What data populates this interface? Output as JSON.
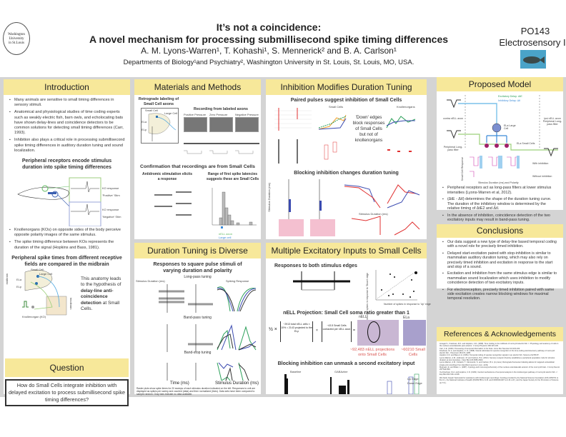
{
  "header": {
    "logo_text": "Washington University in St.Louis",
    "title_line1": "It’s not a coincidence:",
    "title_line2": "A novel mechanism for processing submillisecond spike timing differences",
    "authors": "A. M. Lyons-Warren¹, T. Kohashi¹, S. Mennerick² and B. A. Carlson¹",
    "departments": "Departments of Biology¹and Psychiatry², Washington University in St. Louis, St. Louis, MO, USA.",
    "poster_id": "PO143",
    "session": "Electrosensory I"
  },
  "intro": {
    "title": "Introduction",
    "bullets": [
      "Many animals are sensitive to small timing differences in sensory stimuli.",
      "Anatomical and physiological studies of time coding experts such as weakly electric fish, barn owls, and echolocating bats have shown delay-lines and coincidence detectors to be common solutions for detecting small timing differences (Carr, 1993).",
      "Inhibition also plays a critical role in processing submillisecond spike timing differences in auditory duration tuning and sound localization."
    ],
    "fig1_title": "Peripheral receptors encode stimulus duration into spike timing differences",
    "fig1_labels": [
      "KO response",
      "'Positive' Stim",
      "KO response",
      "'Negative' Stim"
    ],
    "bullets2": [
      "Knollenorgans (KOs) on opposite sides of the body perceive opposite polarity images of the same stimulus.",
      "The spike timing difference between KOs represents the duration of the signal (Hopkins and Bass, 1981)."
    ],
    "fig2_title": "Peripheral spike times from different receptive fields are compared in the midbrain",
    "fig2_labels": [
      "Small Cell",
      "Large Cell",
      "ELa",
      "ELp",
      "Knollenorgan (KO)",
      "midbrain",
      "hindbrain"
    ],
    "hypothesis_pre": "This anatomy leads to the hypothesis of ",
    "hypothesis_bold": "delay-line anti-coincidence detection",
    "hypothesis_post": " at Small Cells."
  },
  "question": {
    "title": "Question",
    "text": "How do Small Cells integrate inhibition with delayed excitation to process submillisecond spike timing differences?"
  },
  "methods": {
    "title": "Materials and Methods",
    "retro_title": "Retrograde labeling of Small Cell axons",
    "retro_labels": [
      "Small Cell",
      "Large Cell",
      "ELa",
      "ELp"
    ],
    "rec_title": "Recording from labeled axons",
    "rec_cols": [
      "Positive Pressure",
      "Zero Pressure",
      "Negative Pressure"
    ],
    "confirm_title": "Confirmation that recordings are from Small Cells",
    "anti_title": "Antidromic stimulation elicits a response",
    "range_title": "Range of first spike latencies suggests these are Small Cells",
    "legend": [
      "nELL axon",
      "Large cell"
    ]
  },
  "duration": {
    "title": "Duration Tuning is Diverse",
    "subtitle": "Responses to square pulse stimuli of varying duration and polarity",
    "rows": [
      "Long-pass tuning",
      "Band-pass tuning",
      "Band-stop tuning"
    ],
    "col_labels": [
      "Stimulus Duration (ms)",
      "Spiking Response"
    ],
    "xlabels": [
      "Time (ms)",
      "Stimulus Duration (ms)"
    ],
    "caption": "Raster plots show spike times for 20 sweeps of each stimulus duration indicated on the left. Responses to unit are displayed as spikes per sweep and counted (data) and then normalized (lines). Data sets have been compared to sample random. Gray bars indicate no data available."
  },
  "inhibition": {
    "title": "Inhibition Modifies Duration Tuning",
    "paired_title": "Paired pulses suggest inhibition of Small Cells",
    "small_cells": "Small Cells",
    "knollenorgans": "Knollenorgans",
    "note": "'Down' edges block responses of Small Cells but not of knollenorgans",
    "blocking_title": "Blocking inhibition changes duration tuning",
    "ylabel": "Stimulus Duration (ms)",
    "xlabel": "Stimulus Duration (ms)"
  },
  "multiple": {
    "title": "Multiple Excitatory Inputs to Small Cells",
    "edges_title": "Responses to both stimulus edges",
    "scatter_x": "Number of spikes in response to 'Up' edge",
    "scatter_y": "Number of spikes in response to 'Down' edge",
    "nell_title": "nELL Projection: Small Cell soma ratio greater than 1",
    "half": "½ ×",
    "box1": "~2913 total nELL cells × 10% ≈ 2143 projected to the ELp",
    "times": "×",
    "box2": "~43.5 Small Cells contacted per nELL axon",
    "equals": "=",
    "img_labels": [
      "nELL",
      "ELa"
    ],
    "result1": "~92,483 nELL projections onto Small Cells",
    "result2": "~60210 Small Cells",
    "unmask_title": "Blocking inhibition can unmask a second excitatory input",
    "unmask_labels": [
      "Baseline",
      "GABAzine"
    ],
    "unmask_legend": [
      "Up Edge",
      "Down Edge"
    ]
  },
  "model": {
    "title": "Proposed Model",
    "legend": [
      "Excitatory Delay: ΔtE",
      "Inhibitory Delay: ΔtI"
    ],
    "labels": [
      "contra nELL axon",
      "ELa Large Cell",
      "ipsi nELL axon Peripheral Long-pass filter",
      "Peripheral Long-pass filter",
      "ELa Small Cells",
      "With inhibition",
      "Without inhibition",
      "Stimulus Duration (ms) and Polarity",
      "Small Cell Response"
    ],
    "bullets": [
      "Peripheral receptors act as long-pass filters at lower stimulus intensities (Lyons-Warren et al, 2012).",
      "(ΔtE - ΔtI) determines the shape of the duration tuning curve. The duration of the inhibitory window is determined by the relative timing of ΔtE2 and ΔtI.",
      "In the absence of inhibition, coincidence detection of the two excitatory inputs may result in band-pass tuning."
    ]
  },
  "conclusions": {
    "title": "Conclusions",
    "bullets": [
      "Our data suggest a new type of delay-line based temporal coding with a novel role for precisely timed inhibition.",
      "Delayed start-excitation paired with stop-inhibition is similar to mammalian auditory duration tuning, which may also rely on precisely timed inhibition and excitation in response to the start and stop of a sound.",
      "Excitation and inhibition from the same stimulus edge is similar to mammalian sound localization which uses inhibition to modify coincidence detection of two excitatory inputs.",
      "For electroreception, precisely timed inhibition paired with same side excitation creates narrow blocking windows for maximal temporal resolution."
    ]
  },
  "references": {
    "title": "References & Acknowledgements",
    "items": [
      "Amagai S., Friedman, M.A. and Hopkins, C.D. (1998). Time Coding in the midbrain of mormyrid electric fish. I. Physiology and anatomy of cells in the nucleus exterolateralis pars anterior. J Comp Physiol A 182:115-130.",
      "Carr, C.E. (1993). Processing of temporal information in the brain. Annu Rev Neurosci 16:223-243.",
      "Friedman, M. A. and Hopkins, C. D. (1998). Neural substrates for species recognition in the time-coding electrosensory pathway of mormyrid electric fish. J Neurosci 18:1171-1185.",
      "Hopkins C.D. and Bass A.H. (1981). Temporal coding of species recognition signals in an electric fish. Science 212:85-87.",
      "Lyons-Warren, A.M., Hollmann, M. and Carlson, B.A. (2012). Sensory receptor diversity establishes a peripheral population code for stimulus duration at low intensities. J Exp Biol 215:2586-2600.",
      "Lyons-Warren, A.M., Kohashi, T., Mennerick, S. and Carlson, B.A. (in press). Retrograde fluorescent labeling allows for targeted extracellular single-unit recordings from identified neurons in vivo. JoVE.",
      "Mugnaini, E. and Maler, L. (1987). Cytology and immunocytochemistry of the nucleus exterolateralis anterior of the mormyrid brain. J Comp Neurol 257:529-559.",
      "Xu-Friedman, M.A. and Hopkins, C.D. (1999). Central mechanisms of temporal analysis in the knollenorgan pathway of mormyrid electric fish. J Exp Biol 202:1311-1318."
    ],
    "ack": "We thank Joseph Sarnowski for assistance with knollenorgan recordings. Funding provided by the National Science Foundation (IOS-1050701 to B.A.C.), the National Institutes of Health (NS052789 to S.M. and F30DC011907 to A.M.L.W.), and the Japan Society for the Promotion of Science (to T.K.)."
  },
  "colors": {
    "banner": "#f7e89a",
    "background": "#d4d4d4",
    "accent_red": "#d9534f",
    "green": "#5cb85c",
    "blue": "#3a5fb0"
  }
}
